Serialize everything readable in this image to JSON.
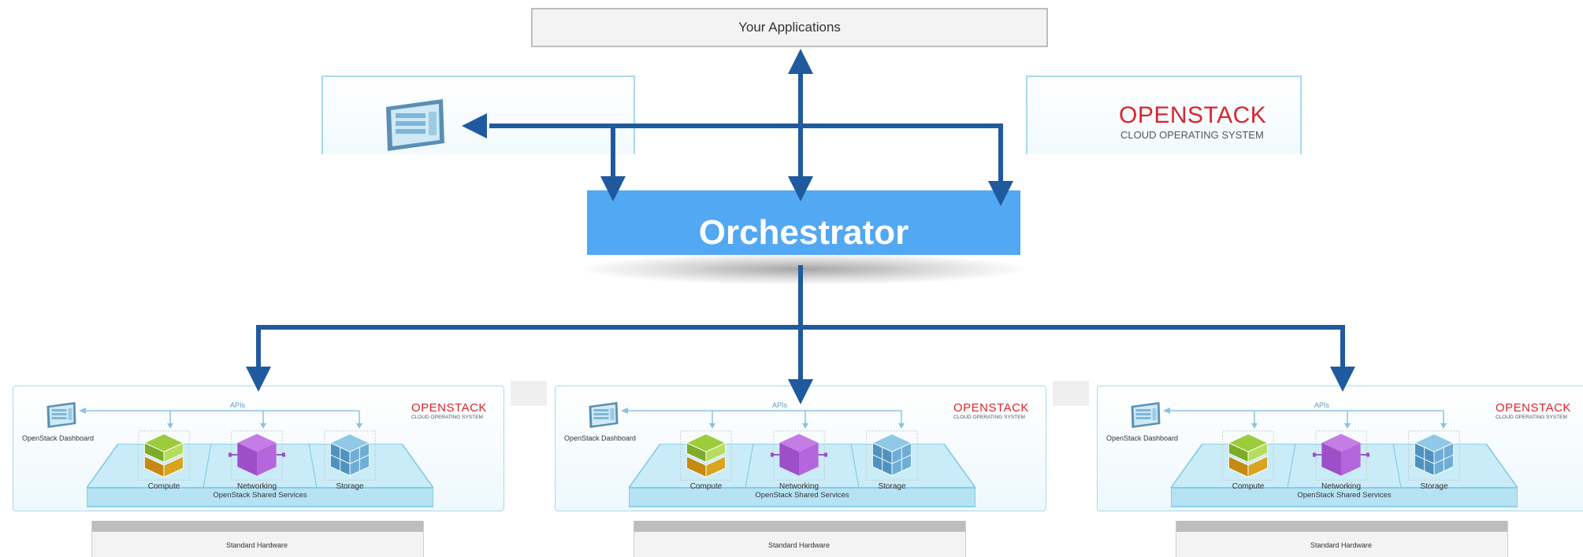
{
  "top": {
    "applications_label": "Your Applications",
    "orchestrator_label": "Orchestrator",
    "brand_title": "OPENSTACK",
    "brand_subtitle": "CLOUD OPERATING SYSTEM"
  },
  "clouds": [
    {
      "dashboard_label": "OpenStack Dashboard",
      "apis_label": "APIs",
      "brand_title": "OPENSTACK",
      "brand_subtitle": "CLOUD OPERATING SYSTEM",
      "services": [
        {
          "label": "Compute",
          "icon": "compute-cube-icon"
        },
        {
          "label": "Networking",
          "icon": "networking-cube-icon"
        },
        {
          "label": "Storage",
          "icon": "storage-cube-icon"
        }
      ],
      "shared_services_label": "OpenStack Shared Services",
      "hardware_label": "Standard Hardware"
    },
    {
      "dashboard_label": "OpenStack Dashboard",
      "apis_label": "APIs",
      "brand_title": "OPENSTACK",
      "brand_subtitle": "CLOUD OPERATING SYSTEM",
      "services": [
        {
          "label": "Compute",
          "icon": "compute-cube-icon"
        },
        {
          "label": "Networking",
          "icon": "networking-cube-icon"
        },
        {
          "label": "Storage",
          "icon": "storage-cube-icon"
        }
      ],
      "shared_services_label": "OpenStack Shared Services",
      "hardware_label": "Standard Hardware"
    },
    {
      "dashboard_label": "OpenStack Dashboard",
      "apis_label": "APIs",
      "brand_title": "OPENSTACK",
      "brand_subtitle": "CLOUD OPERATING SYSTEM",
      "services": [
        {
          "label": "Compute",
          "icon": "compute-cube-icon"
        },
        {
          "label": "Networking",
          "icon": "networking-cube-icon"
        },
        {
          "label": "Storage",
          "icon": "storage-cube-icon"
        }
      ],
      "shared_services_label": "OpenStack Shared Services",
      "hardware_label": "Standard Hardware"
    }
  ],
  "colors": {
    "arrow": "#1f5a9e",
    "orchestrator": "#52a8f2",
    "brand_red": "#d9262f",
    "panel_border": "#9fd3ea",
    "platform": "#c9ecf8"
  }
}
